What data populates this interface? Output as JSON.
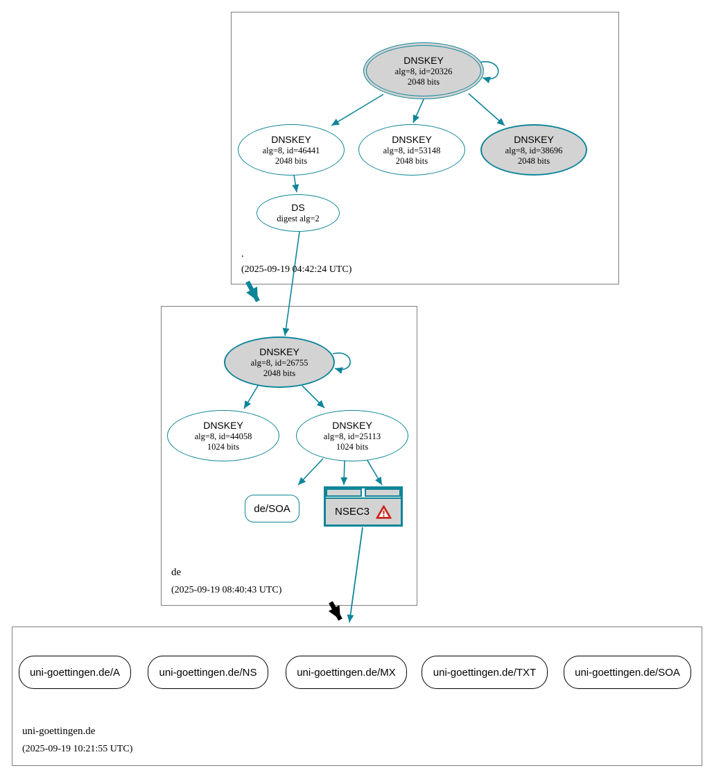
{
  "diagram": {
    "type": "dnssec-authentication-chain-graph",
    "tool_style": "dnsviz"
  },
  "colors": {
    "secure_teal": "#0d8599",
    "node_fill_gray": "#d3d3d3",
    "zone_border_gray": "#7e7e7e",
    "insecure_black": "#000000",
    "warning_red": "#c8281e"
  },
  "zones": {
    "root": {
      "label": ".",
      "timestamp": "(2025-09-19 04:42:24 UTC)",
      "keys": {
        "k20326": {
          "title": "DNSKEY",
          "detail": "alg=8, id=20326",
          "size": "2048 bits"
        },
        "k46441": {
          "title": "DNSKEY",
          "detail": "alg=8, id=46441",
          "size": "2048 bits"
        },
        "k53148": {
          "title": "DNSKEY",
          "detail": "alg=8, id=53148",
          "size": "2048 bits"
        },
        "k38696": {
          "title": "DNSKEY",
          "detail": "alg=8, id=38696",
          "size": "2048 bits"
        }
      },
      "ds": {
        "title": "DS",
        "detail": "digest alg=2"
      }
    },
    "de": {
      "label": "de",
      "timestamp": "(2025-09-19 08:40:43 UTC)",
      "keys": {
        "k26755": {
          "title": "DNSKEY",
          "detail": "alg=8, id=26755",
          "size": "2048 bits"
        },
        "k44058": {
          "title": "DNSKEY",
          "detail": "alg=8, id=44058",
          "size": "1024 bits"
        },
        "k25113": {
          "title": "DNSKEY",
          "detail": "alg=8, id=25113",
          "size": "1024 bits"
        }
      },
      "soa": {
        "label": "de/SOA"
      },
      "nsec3": {
        "label": "NSEC3",
        "status": "warning"
      }
    },
    "uni_goettingen_de": {
      "label": "uni-goettingen.de",
      "timestamp": "(2025-09-19 10:21:55 UTC)",
      "rrsets": [
        {
          "label": "uni-goettingen.de/A"
        },
        {
          "label": "uni-goettingen.de/NS"
        },
        {
          "label": "uni-goettingen.de/MX"
        },
        {
          "label": "uni-goettingen.de/TXT"
        },
        {
          "label": "uni-goettingen.de/SOA"
        }
      ]
    }
  }
}
